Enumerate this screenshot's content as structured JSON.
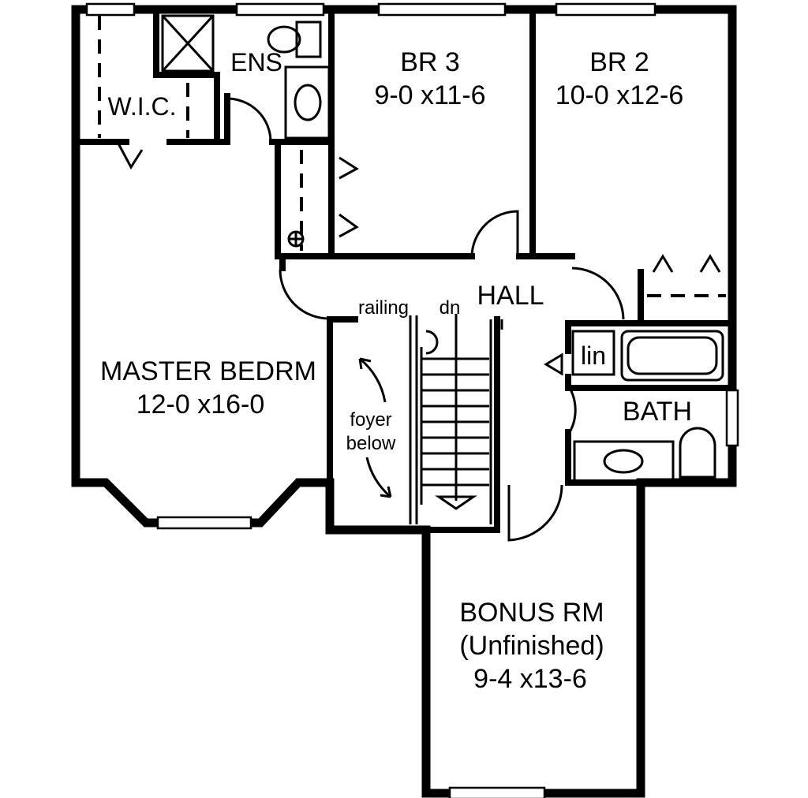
{
  "rooms": {
    "ens": "ENS",
    "wic": "W.I.C.",
    "br3_name": "BR 3",
    "br3_size": "9-0 x11-6",
    "br2_name": "BR 2",
    "br2_size": "10-0 x12-6",
    "hall": "HALL",
    "railing": "railing",
    "dn": "dn",
    "lin": "lin",
    "bath": "BATH",
    "master_name": "MASTER BEDRM",
    "master_size": "12-0 x16-0",
    "foyer_1": "foyer",
    "foyer_2": "below",
    "bonus_name": "BONUS RM",
    "bonus_note": "(Unfinished)",
    "bonus_size": "9-4 x13-6"
  }
}
